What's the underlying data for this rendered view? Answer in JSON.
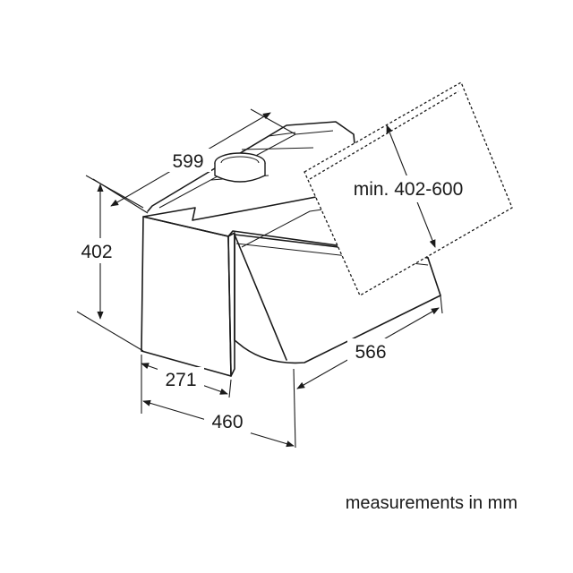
{
  "dimensions": {
    "width": "599",
    "height": "402",
    "chimney_height": "min. 402-600",
    "depth": "566",
    "front_depth": "271",
    "total_depth": "460"
  },
  "note": "measurements in mm",
  "colors": {
    "line": "#1a1a1a",
    "background": "#ffffff"
  }
}
